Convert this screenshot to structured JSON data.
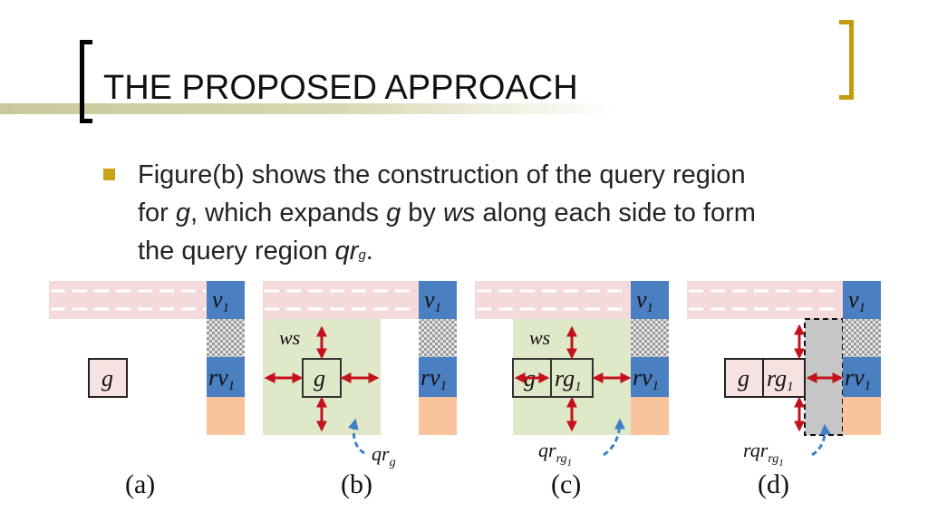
{
  "slide": {
    "title": "THE PROPOSED APPROACH",
    "bullet": {
      "line1_prefix": "Figure(b) shows the construction of the query region",
      "line2_for": "for ",
      "line2_g1": "g",
      "line2_mid": ", which expands ",
      "line2_g2": "g",
      "line2_by": " by ",
      "line2_ws": "ws",
      "line2_suffix": " along each side to form",
      "line3_prefix": "the query region ",
      "line3_qr": "qr",
      "line3_sub": "g",
      "line3_end": "."
    }
  },
  "colors": {
    "road": "#f4dada",
    "vertex_blue": "#4a7fc1",
    "orange_cell": "#f9c39c",
    "query_region": "#dfe8c8",
    "shaded_region": "#c6c6c6",
    "arrow_red": "#c3121c",
    "arrow_blue": "#3f7fc7",
    "bullet_gold": "#c9a219"
  },
  "figure": {
    "panel_a": {
      "label": "(a)",
      "g": "g",
      "rv": "rv",
      "rv_sub": "1",
      "v": "v",
      "v_sub": "1"
    },
    "panel_b": {
      "label": "(b)",
      "g": "g",
      "ws": "ws",
      "qr": "qr",
      "qr_sub": "g",
      "rv": "rv",
      "rv_sub": "1",
      "v": "v",
      "v_sub": "1"
    },
    "panel_c": {
      "label": "(c)",
      "g": "g",
      "rg": "rg",
      "rg_sub": "1",
      "ws": "ws",
      "qr": "qr",
      "qr_sub": "rg",
      "qr_subsub": "1",
      "rv": "rv",
      "rv_sub": "1",
      "v": "v",
      "v_sub": "1"
    },
    "panel_d": {
      "label": "(d)",
      "g": "g",
      "rg": "rg",
      "rg_sub": "1",
      "rqr": "rqr",
      "rqr_sub": "rg",
      "rqr_subsub": "1",
      "rv": "rv",
      "rv_sub": "1",
      "v": "v",
      "v_sub": "1"
    }
  }
}
